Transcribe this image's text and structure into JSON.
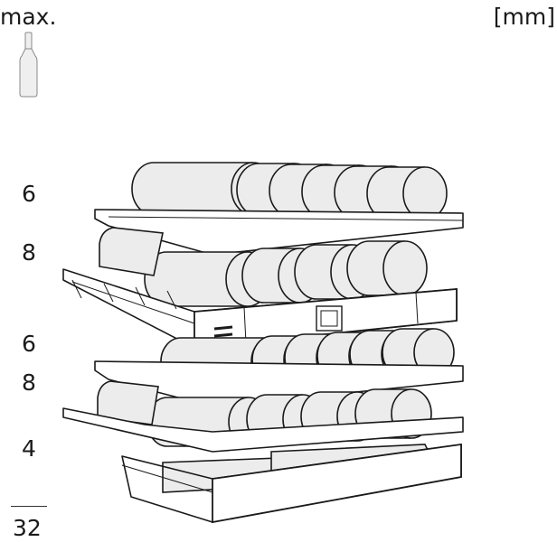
{
  "header": {
    "max_label": "max.",
    "unit_label": "[mm]"
  },
  "bottle_icon": "wine-bottle-icon",
  "shelves": [
    {
      "name": "shelf-1",
      "count": "6"
    },
    {
      "name": "shelf-2",
      "count": "8"
    },
    {
      "name": "presentation-shelf",
      "count": "6"
    },
    {
      "name": "shelf-3",
      "count": "8"
    },
    {
      "name": "bottom-drawer",
      "count": "4"
    }
  ],
  "total": "32",
  "colors": {
    "line": "#1a1a1a",
    "bottle_fill": "#ececec",
    "shelf_fill": "#ffffff"
  }
}
